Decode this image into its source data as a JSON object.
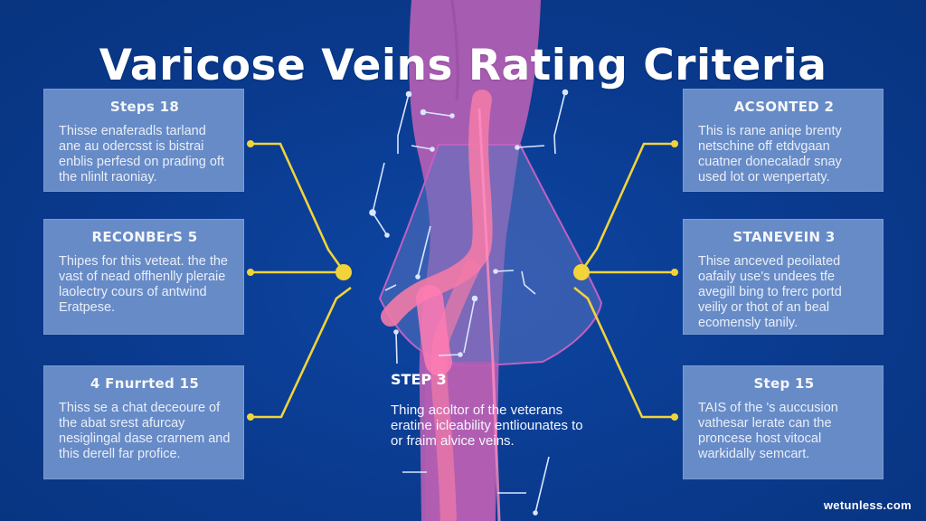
{
  "title": "Varicose Veins Rating Criteria",
  "colors": {
    "background": "#0a3a8e",
    "card": "#6b8fc9",
    "connector": "#f2d33a",
    "leg": "#b05fb0",
    "vein": "#f07aa8",
    "arrow": "#cfe0ff"
  },
  "left_cards": [
    {
      "title": "Steps 18",
      "body": "Thisse enaferadls tarland ane au odercsst is bistrai enblis perfesd on prading oft the nlinlt raoniay."
    },
    {
      "title": "RECONBErS 5",
      "body": "Thipes for this veteat. the the vast of nead offhenlly pleraie laolectry cours of antwind Eratpese."
    },
    {
      "title": "4 Fnurrted 15",
      "body": "Thiss se a chat deceoure of the abat srest afurcay nesiglingal dase crarnem and this derell far profice."
    }
  ],
  "right_cards": [
    {
      "title": "ACSONTED 2",
      "body": "This is rane aniqe brenty netschine off etdvgaan cuatner donecaladr snay used lot or wenpertaty."
    },
    {
      "title": "STANEVEIN 3",
      "body": "Thise anceved peoilated oafaily use's undees tfe avegill bing to frerc portd veiliy or thot of an beal ecomensly tanily."
    },
    {
      "title": "Step 15",
      "body": "TAIS of the 's auccusion vathesar lerate can the proncese host vitocal warkidally semcart."
    }
  ],
  "center_step": {
    "title": "STEP 3",
    "body": "Thing acoltor of the veterans eratine icleability entliounates to or fraim alvice veins."
  },
  "watermark": "wetunless.com"
}
